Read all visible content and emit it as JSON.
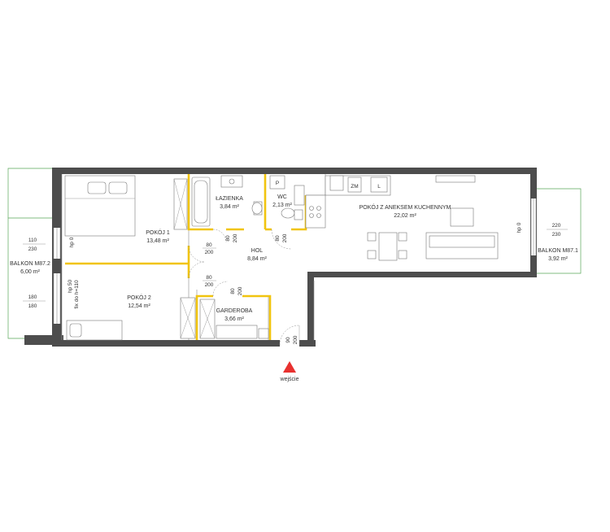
{
  "rooms": {
    "pokoj1": {
      "name": "POKÓJ 1",
      "area": "13,48 m²"
    },
    "lazienka": {
      "name": "ŁAZIENKA",
      "area": "3,84 m²"
    },
    "wc": {
      "name": "WC",
      "area": "2,13 m²"
    },
    "salon": {
      "name": "POKÓJ Z ANEKSEM KUCHENNYM",
      "area": "22,02 m²"
    },
    "hol": {
      "name": "HOL",
      "area": "8,84 m²"
    },
    "pokoj2": {
      "name": "POKÓJ 2",
      "area": "12,54 m²"
    },
    "garderoba": {
      "name": "GARDEROBA",
      "area": "3,66 m²"
    },
    "balkon_left": {
      "name": "BALKON M87.2",
      "area": "6,00 m²"
    },
    "balkon_right": {
      "name": "BALKON M87.1",
      "area": "3,92 m²"
    }
  },
  "fixtures": {
    "fridge": "ZM",
    "appliance": "L",
    "washer": "P"
  },
  "dimensions": {
    "win_left_top_w": "110",
    "win_left_top_h": "230",
    "win_left_bot_w": "180",
    "win_left_bot_h": "180",
    "win_right_w": "220",
    "win_right_h": "230",
    "hp_left": "hp 0",
    "hp_right": "hp 0",
    "fix_window": "hp 50\nfix do h=110",
    "fix_line1": "hp 50",
    "fix_line2": "fix do h=110",
    "door_w80": "80",
    "door_h200": "200",
    "door_w90": "90"
  },
  "entrance": {
    "label": "wejście",
    "color": "#e8312f"
  },
  "colors": {
    "wall": "#4d4d4d",
    "accent_wall": "#f1c40f",
    "balcony": "#5aa65a"
  }
}
